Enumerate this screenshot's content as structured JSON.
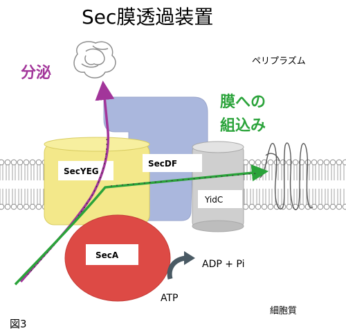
{
  "title": "Sec膜透過装置",
  "labels": {
    "periplasm": "ペリプラズム",
    "cytoplasm": "細胞質",
    "figure": "図3",
    "secretion": "分泌",
    "insertion_line1": "膜への",
    "insertion_line2": "組込み",
    "secyeg": "SecYEG",
    "secdf": "SecDF",
    "yidc": "YidC",
    "seca": "SecA",
    "adp_pi": "ADP + Pi",
    "atp": "ATP"
  },
  "colors": {
    "secyeg": "#f3e88a",
    "secdf": "#aab7dd",
    "yidc": "#cfcfcf",
    "seca": "#dd4a45",
    "secretion_path": "#a2359a",
    "insertion_path": "#2aa33a",
    "membrane_line": "#8a8a8a",
    "lipid_head": "#ffffff",
    "atp_arrow": "#4a5a64"
  }
}
